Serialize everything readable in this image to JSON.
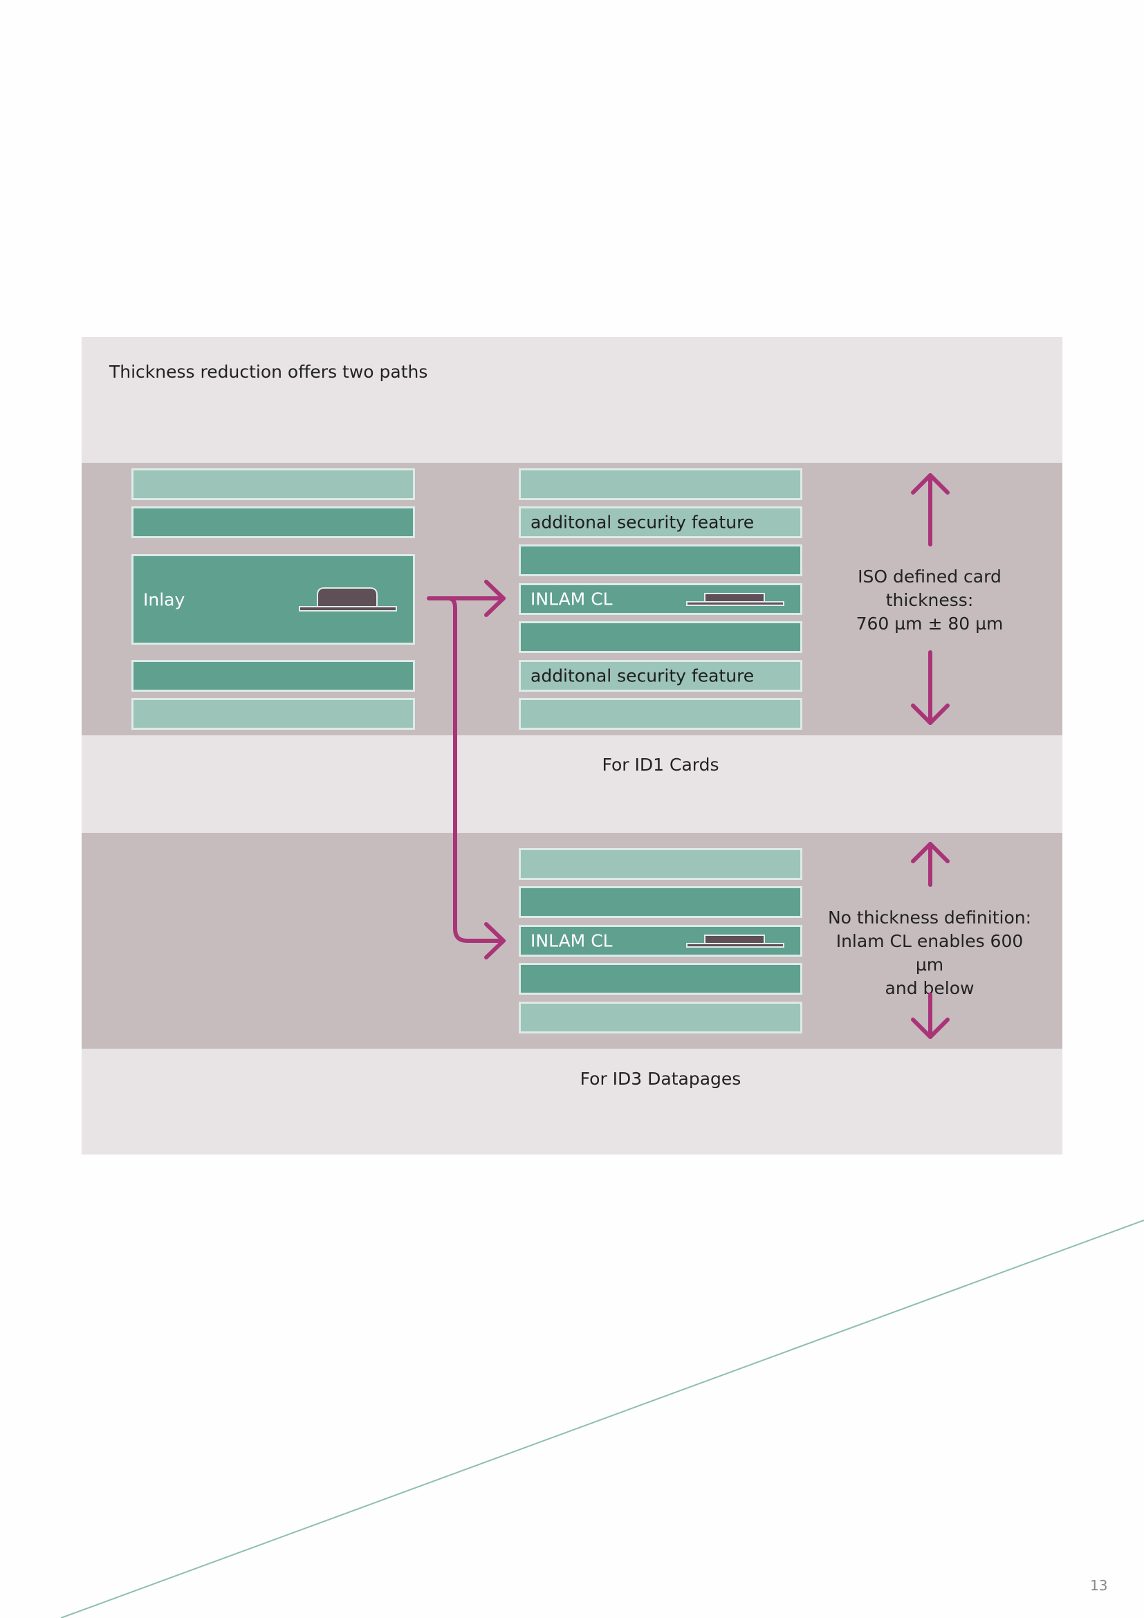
{
  "title": "Thickness reduction offers two paths",
  "left_stack": {
    "inlay_label": "Inlay"
  },
  "id1": {
    "security_label_top": "additonal security feature",
    "inlam_label": "INLAM CL",
    "security_label_bottom": "additonal security feature",
    "caption": "For ID1 Cards",
    "note": [
      "ISO defined card",
      "thickness:",
      "760 µm ± 80 µm"
    ]
  },
  "id3": {
    "inlam_label": "INLAM CL",
    "caption": "For ID3 Datapages",
    "note": [
      "No thickness definition:",
      "Inlam CL enables 600 µm",
      "and below"
    ]
  },
  "page_number": "13",
  "colors": {
    "panel": "#e8e4e5",
    "band": "#c6bcbd",
    "layer_light": "#9cc4b8",
    "layer_dark": "#5fa08f",
    "arrow": "#a93478",
    "chip": "#5f4f57",
    "diagonal_line": "#8fbfae"
  }
}
